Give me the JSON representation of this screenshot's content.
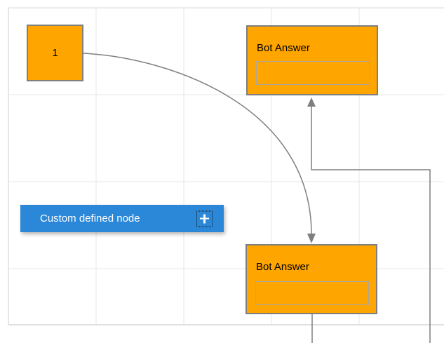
{
  "diagram": {
    "background": "#ffffff",
    "grid_color": "#e7e7e7",
    "page_border_color": "#e0e0e0",
    "connector_color": "#7f7f7f"
  },
  "nodes": {
    "start_node": {
      "label": "1",
      "fill": "#ffa500",
      "border_color": "#7f7f7f"
    },
    "bot_answer_top": {
      "title": "Bot Answer",
      "input_value": "",
      "fill": "#ffa500",
      "input_border_color": "#a6a6a6"
    },
    "bot_answer_bottom": {
      "title": "Bot Answer",
      "input_value": "",
      "fill": "#ffa500",
      "input_border_color": "#a6a6a6"
    },
    "custom_node": {
      "label": "Custom defined node",
      "fill": "#2b87d8",
      "text_color": "#ffffff"
    }
  },
  "icons": {
    "add": "plus-icon",
    "arrow_up": "arrow-up-icon",
    "arrow_down": "arrow-down-icon"
  }
}
